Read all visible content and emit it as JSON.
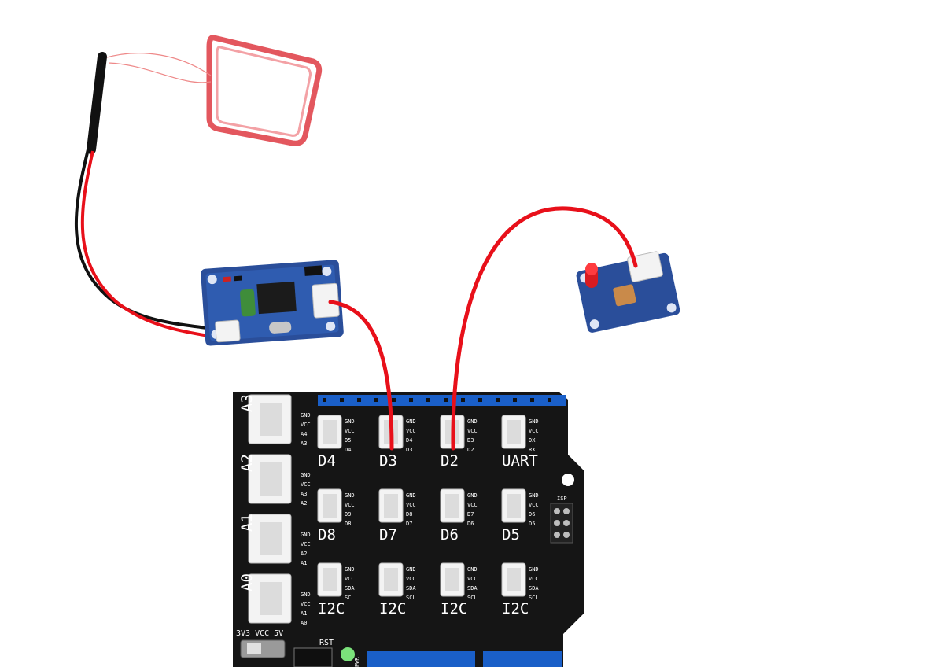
{
  "shield": {
    "ports_grid": [
      {
        "label": "D4",
        "pins": [
          "GND",
          "VCC",
          "D5",
          "D4"
        ]
      },
      {
        "label": "D3",
        "pins": [
          "GND",
          "VCC",
          "D4",
          "D3"
        ]
      },
      {
        "label": "D2",
        "pins": [
          "GND",
          "VCC",
          "D3",
          "D2"
        ]
      },
      {
        "label": "UART",
        "pins": [
          "GND",
          "VCC",
          "DX",
          "RX"
        ]
      },
      {
        "label": "D8",
        "pins": [
          "GND",
          "VCC",
          "D9",
          "D8"
        ]
      },
      {
        "label": "D7",
        "pins": [
          "GND",
          "VCC",
          "D8",
          "D7"
        ]
      },
      {
        "label": "D6",
        "pins": [
          "GND",
          "VCC",
          "D7",
          "D6"
        ]
      },
      {
        "label": "D5",
        "pins": [
          "GND",
          "VCC",
          "D6",
          "D5"
        ]
      },
      {
        "label": "I2C",
        "pins": [
          "GND",
          "VCC",
          "SDA",
          "SCL"
        ]
      },
      {
        "label": "I2C",
        "pins": [
          "GND",
          "VCC",
          "SDA",
          "SCL"
        ]
      },
      {
        "label": "I2C",
        "pins": [
          "GND",
          "VCC",
          "SDA",
          "SCL"
        ]
      },
      {
        "label": "I2C",
        "pins": [
          "GND",
          "VCC",
          "SDA",
          "SCL"
        ]
      }
    ],
    "analog_ports": [
      {
        "label": "A3",
        "pins": [
          "GND",
          "VCC",
          "A4",
          "A3"
        ]
      },
      {
        "label": "A2",
        "pins": [
          "GND",
          "VCC",
          "A3",
          "A2"
        ]
      },
      {
        "label": "A1",
        "pins": [
          "GND",
          "VCC",
          "A2",
          "A1"
        ]
      },
      {
        "label": "A0",
        "pins": [
          "GND",
          "VCC",
          "A1",
          "A0"
        ]
      }
    ],
    "voltage_switch_label": "3V3 VCC 5V",
    "reset_label": "RST",
    "isp_label": "ISP",
    "power_label": "PWR"
  },
  "colors": {
    "board": "#151515",
    "header_blue": "#1a5fc8",
    "connector": "#f3f3f3",
    "cable": "#e8101a",
    "module_blue": "#2a4e9a",
    "coil": "#e0454c"
  }
}
